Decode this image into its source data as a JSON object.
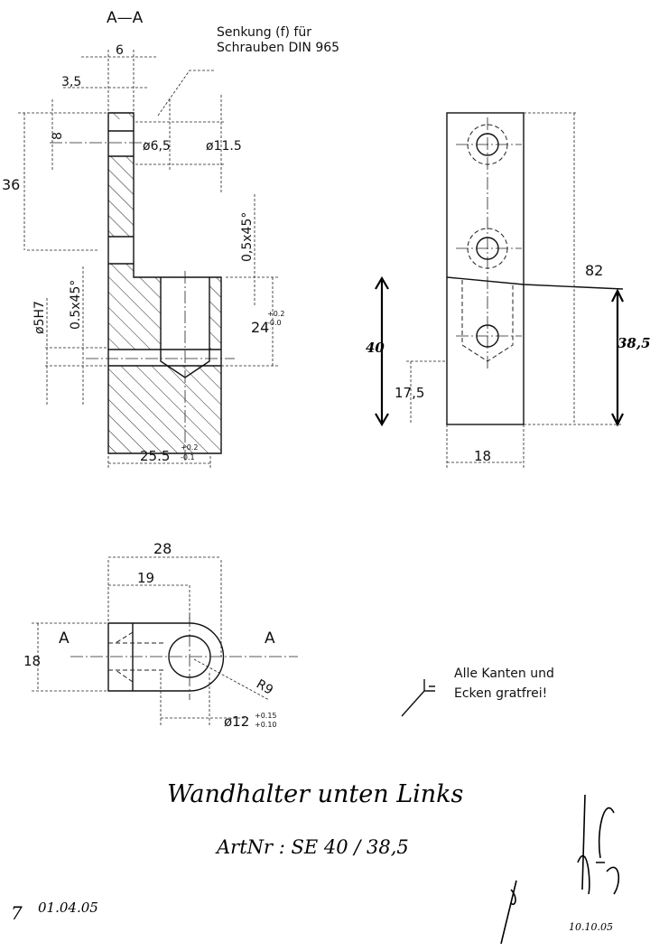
{
  "section": {
    "title": "A—A",
    "note_line1": "Senkung (f) für",
    "note_line2": "Schrauben DIN 965",
    "dim_width": "6",
    "dim_offset": "3,5",
    "dim_hole_pos": "8",
    "dim_height": "36",
    "dim_bore": "ø6,5",
    "dim_counterbore": "ø11.5",
    "dim_chamfer_top": "0,5x45°",
    "dim_depth": "24",
    "dim_depth_tol_upper": "+0.2",
    "dim_depth_tol_lower": "-0.0",
    "dim_pin": "ø5H7",
    "dim_chamfer_left": "0.5x45°",
    "dim_base": "25.5",
    "dim_base_tol_upper": "+0.2",
    "dim_base_tol_lower": "-0.1"
  },
  "side_view": {
    "dim_total": "82",
    "dim_left": "40",
    "dim_right": "38,5",
    "dim_hole": "17,5",
    "dim_width": "18"
  },
  "top_view": {
    "dim_length": "28",
    "dim_center": "19",
    "dim_width": "18",
    "section_mark_left": "A",
    "section_mark_right": "A",
    "dim_radius": "R9",
    "dim_bore": "ø12",
    "dim_bore_tol_upper": "+0.15",
    "dim_bore_tol_lower": "+0.10"
  },
  "notes": {
    "line1": "Alle Kanten und",
    "line2": "Ecken gratfrei!"
  },
  "handwriting": {
    "title": "Wandhalter unten Links",
    "article": "ArtNr :  SE 40 / 38,5",
    "date_left_mark": "7",
    "date_left": "01.04.05",
    "date_right": "10.10.05"
  }
}
